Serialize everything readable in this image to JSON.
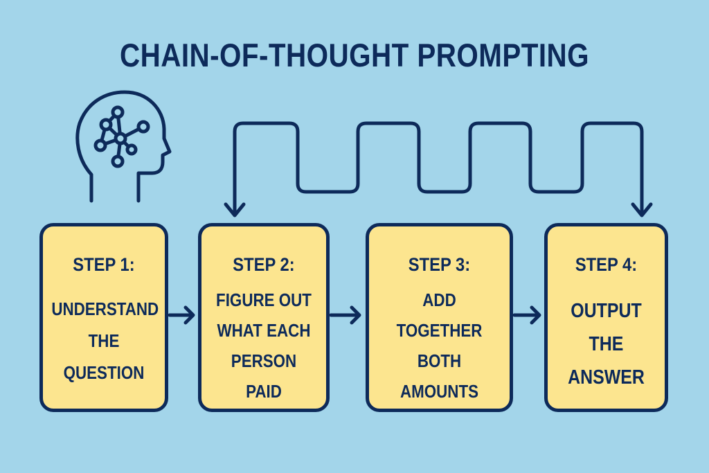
{
  "title": "CHAIN-OF-THOUGHT PROMPTING",
  "icon": "head-with-network-icon",
  "colors": {
    "background": "#a3d5ea",
    "ink": "#0d2a5a",
    "box_fill": "#fce58f"
  },
  "steps": [
    {
      "label": "STEP 1:",
      "lines": [
        "UNDERSTAND",
        "THE",
        "QUESTION"
      ]
    },
    {
      "label": "STEP 2:",
      "lines": [
        "FIGURE OUT",
        "WHAT EACH",
        "PERSON",
        "PAID"
      ]
    },
    {
      "label": "STEP 3:",
      "lines": [
        "ADD",
        "TOGETHER",
        "BOTH",
        "AMOUNTS"
      ]
    },
    {
      "label": "STEP 4:",
      "lines": [
        "OUTPUT",
        "THE",
        "ANSWER"
      ]
    }
  ],
  "connectors": {
    "between_steps": "right-arrow",
    "wave": "zigzag-arrow-from-step-2-to-step-4"
  }
}
